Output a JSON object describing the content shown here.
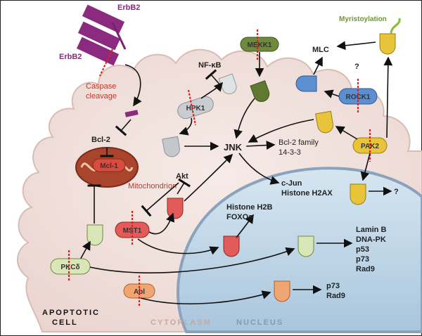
{
  "receptor": {
    "label_top": "ErbB2",
    "label_left": "ErbB2"
  },
  "caspase": {
    "line1": "Caspase",
    "line2": "cleavage"
  },
  "bcl2": "Bcl-2",
  "mcl1": "Mcl-1",
  "mitochondrion": "Mitochondrion",
  "nfkb": "NF-κB",
  "hpk1": "HPK1",
  "mekk1": "MEKK1",
  "myristoylation": "Myristoylation",
  "mlc": "MLC",
  "question": "?",
  "rock1": "ROCK1",
  "jnk": "JNK",
  "bcl_family": {
    "line1": "Bcl-2 family",
    "line2": "14-3-3"
  },
  "pak2": "PAK2",
  "akt": "Akt",
  "cjun": {
    "line1": "c-Jun",
    "line2": "Histone H2AX"
  },
  "histone": {
    "line1": "Histone H2B",
    "line2": "FOXOs"
  },
  "mst1": "MST1",
  "pkcd": "PKCδ",
  "abl": "Abl",
  "nuclear_targets": [
    "Lamin B",
    "DNA-PK",
    "p53",
    "p73",
    "Rad9"
  ],
  "abl_targets": [
    "p73",
    "Rad9"
  ],
  "regions": {
    "apoptotic_line1": "APOPTOTIC",
    "apoptotic_line2": "CELL",
    "cytoplasm": "CYTOPLASM",
    "nucleus": "NUCLEUS"
  },
  "colors": {
    "cell": "#f1e1dd",
    "nucleus": "#c9dcea",
    "erbb2": "#8b2a7e",
    "mekk1": "#6e8a3c",
    "rock1": "#5b8fd0",
    "pak2": "#e8c43a",
    "mst1": "#e25a5a",
    "pkcd": "#d9e6b8",
    "abl": "#f0a672",
    "cut": "#e02020"
  }
}
